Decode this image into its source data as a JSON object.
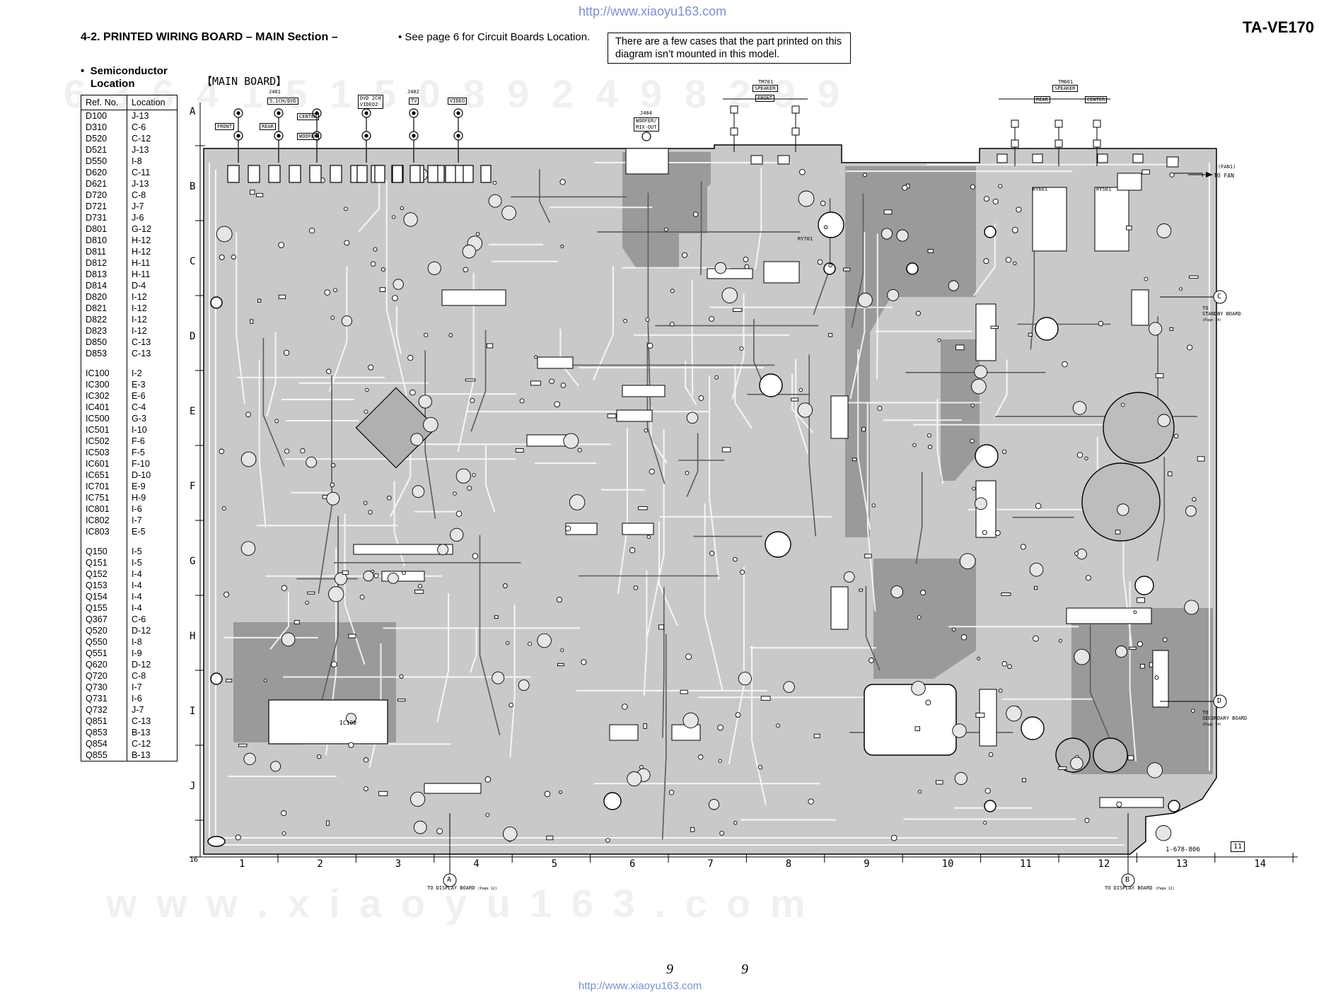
{
  "watermark_url_top": "http://www.xiaoyu163.com",
  "watermark_url_bottom": "http://www.xiaoyu163.com",
  "model": "TA-VE170",
  "section_title": "4-2. PRINTED  WIRING  BOARD  – MAIN Section –",
  "see_page_note": "• See page 6 for Circuit Boards Location.",
  "boxed_note": "There are a few cases that the part printed on this diagram isn’t mounted in this model.",
  "semiconductor_heading_bullet": "•",
  "semiconductor_heading_line1": "Semiconductor",
  "semiconductor_heading_line2": "Location",
  "table_headers": [
    "Ref. No.",
    "Location"
  ],
  "diodes": [
    [
      "D100",
      "J-13"
    ],
    [
      "D310",
      "C-6"
    ],
    [
      "D520",
      "C-12"
    ],
    [
      "D521",
      "J-13"
    ],
    [
      "D550",
      "I-8"
    ],
    [
      "D620",
      "C-11"
    ],
    [
      "D621",
      "J-13"
    ],
    [
      "D720",
      "C-8"
    ],
    [
      "D721",
      "J-7"
    ],
    [
      "D731",
      "J-6"
    ],
    [
      "D801",
      "G-12"
    ],
    [
      "D810",
      "H-12"
    ],
    [
      "D811",
      "H-12"
    ],
    [
      "D812",
      "H-11"
    ],
    [
      "D813",
      "H-11"
    ],
    [
      "D814",
      "D-4"
    ],
    [
      "D820",
      "I-12"
    ],
    [
      "D821",
      "I-12"
    ],
    [
      "D822",
      "I-12"
    ],
    [
      "D823",
      "I-12"
    ],
    [
      "D850",
      "C-13"
    ],
    [
      "D853",
      "C-13"
    ]
  ],
  "ics": [
    [
      "IC100",
      "I-2"
    ],
    [
      "IC300",
      "E-3"
    ],
    [
      "IC302",
      "E-6"
    ],
    [
      "IC401",
      "C-4"
    ],
    [
      "IC500",
      "G-3"
    ],
    [
      "IC501",
      "I-10"
    ],
    [
      "IC502",
      "F-6"
    ],
    [
      "IC503",
      "F-5"
    ],
    [
      "IC601",
      "F-10"
    ],
    [
      "IC651",
      "D-10"
    ],
    [
      "IC701",
      "E-9"
    ],
    [
      "IC751",
      "H-9"
    ],
    [
      "IC801",
      "I-6"
    ],
    [
      "IC802",
      "I-7"
    ],
    [
      "IC803",
      "E-5"
    ]
  ],
  "transistors": [
    [
      "Q150",
      "I-5"
    ],
    [
      "Q151",
      "I-5"
    ],
    [
      "Q152",
      "I-4"
    ],
    [
      "Q153",
      "I-4"
    ],
    [
      "Q154",
      "I-4"
    ],
    [
      "Q155",
      "I-4"
    ],
    [
      "Q367",
      "C-6"
    ],
    [
      "Q520",
      "D-12"
    ],
    [
      "Q550",
      "I-8"
    ],
    [
      "Q551",
      "I-9"
    ],
    [
      "Q620",
      "D-12"
    ],
    [
      "Q720",
      "C-8"
    ],
    [
      "Q730",
      "I-7"
    ],
    [
      "Q731",
      "I-6"
    ],
    [
      "Q732",
      "J-7"
    ],
    [
      "Q851",
      "C-13"
    ],
    [
      "Q853",
      "B-13"
    ],
    [
      "Q854",
      "C-12"
    ],
    [
      "Q855",
      "B-13"
    ]
  ],
  "board_label": "【MAIN BOARD】",
  "row_labels": [
    "A",
    "B",
    "C",
    "D",
    "E",
    "F",
    "G",
    "H",
    "I",
    "J"
  ],
  "col_labels": [
    "1",
    "2",
    "3",
    "4",
    "5",
    "6",
    "7",
    "8",
    "9",
    "10",
    "11",
    "12",
    "13",
    "14"
  ],
  "corner_code": "16",
  "board_part_no": "1-678-806",
  "board_rev": "11",
  "connector_labels": {
    "j401": "J401",
    "j401_sub": "5.1CH/DVD",
    "j402": "J402",
    "front": "FRONT",
    "rear": "REAR",
    "center": "CENTER",
    "woofer": "WOOFER",
    "dvd2ch": "DVD 2CH",
    "video2": "VIDEO2",
    "tv": "TV",
    "video": "VIDEO",
    "j404": "J404",
    "woofer_mix": "WOOFER/",
    "mix_out": "MIX-OUT",
    "tm701": "TM701",
    "tm701_speaker": "SPEAKER",
    "tm701_front": "FRONT",
    "tm601": "TM601",
    "tm601_speaker": "SPEAKER",
    "tm601_rear": "REAR",
    "tm601_center": "CENTER",
    "fan1": "(FAN1)",
    "to_fan": "TO FAN",
    "to_standby": "TO",
    "to_standby2": "STANDBY BOARD",
    "to_standby_page": "(Page 14)",
    "to_secondary": "TO",
    "to_secondary2": "SECONDARY BOARD",
    "to_secondary_page": "(Page 14)",
    "to_display_a": "TO DISPLAY BOARD",
    "to_display_a_page": "(Page 12)",
    "to_display_b": "TO DISPLAY BOARD",
    "to_display_b_page": "(Page 12)",
    "marker_a": "A",
    "marker_b": "B",
    "marker_c": "C",
    "marker_d": "D",
    "ic100": "IC100",
    "ry701": "RY701",
    "ry601": "RY601",
    "ry501": "RY501"
  },
  "page_numbers": [
    "9",
    "9"
  ],
  "big_watermark_bottom": "w w w . x i a o y u 1 6 3 . c o m",
  "big_watermark_top": "6 3 6 4 1 5 1 5 0   8 9 2 4 9 8 2 9 9"
}
